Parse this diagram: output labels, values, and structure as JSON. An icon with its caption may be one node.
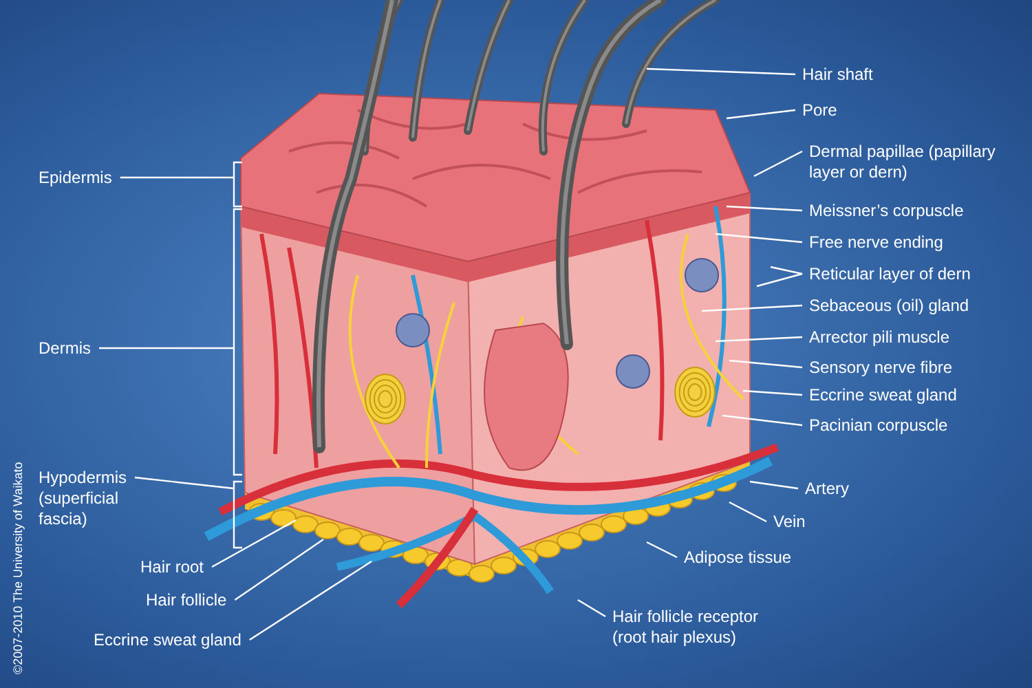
{
  "diagram": {
    "nodes": [
      {
        "text": [
          "Hair shaft"
        ]
      },
      {
        "text": [
          "Pore"
        ]
      },
      {
        "text": [
          "Epidermis"
        ]
      },
      {
        "text": [
          "Dermal papillae (papillary layer or dern)"
        ]
      },
      {
        "text": [
          "Meissner’s corpuscle"
        ]
      },
      {
        "text": [
          "Free nerve ending"
        ]
      },
      {
        "text": [
          "Reticular layer of dern"
        ]
      },
      {
        "text": [
          "Sebaceous (oil) gland"
        ]
      },
      {
        "text": [
          "Dermis"
        ]
      },
      {
        "text": [
          "Arrector pili muscle"
        ]
      },
      {
        "text": [
          "Sensory nerve fibre"
        ]
      },
      {
        "text": [
          "Eccrine sweat gland"
        ]
      },
      {
        "text": [
          "Pacinian corpuscle"
        ]
      },
      {
        "text": [
          "Hypodermis (superficial fascia)"
        ]
      },
      {
        "text": [
          "Artery"
        ]
      },
      {
        "text": [
          "Vein"
        ]
      },
      {
        "text": [
          "Hair root"
        ]
      },
      {
        "text": [
          "Adipose tissue"
        ]
      },
      {
        "text": [
          "Hair follicle"
        ]
      },
      {
        "text": [
          "Hair follicle receptor (root hair plexus)"
        ]
      },
      {
        "text": [
          "Eccrine sweat gland"
        ]
      }
    ],
    "edges": [
      {
        "from": 0,
        "to": null,
        "arrow": "none"
      },
      {
        "from": 1,
        "to": null,
        "arrow": "none"
      },
      {
        "from": 2,
        "to": null,
        "arrow": "none"
      },
      {
        "from": 3,
        "to": null,
        "arrow": "none"
      },
      {
        "from": 4,
        "to": null,
        "arrow": "none"
      },
      {
        "from": 5,
        "to": null,
        "arrow": "none"
      },
      {
        "from": 6,
        "to": null,
        "arrow": "none"
      },
      {
        "from": 6,
        "to": null,
        "arrow": "none"
      },
      {
        "from": 7,
        "to": null,
        "arrow": "none"
      },
      {
        "from": 8,
        "to": null,
        "arrow": "none"
      },
      {
        "from": 9,
        "to": null,
        "arrow": "none"
      },
      {
        "from": 10,
        "to": null,
        "arrow": "none"
      },
      {
        "from": 11,
        "to": null,
        "arrow": "none"
      },
      {
        "from": 12,
        "to": null,
        "arrow": "none"
      },
      {
        "from": 13,
        "to": null,
        "arrow": "none"
      },
      {
        "from": 14,
        "to": null,
        "arrow": "none"
      },
      {
        "from": 15,
        "to": null,
        "arrow": "none"
      },
      {
        "from": 16,
        "to": null,
        "arrow": "none"
      },
      {
        "from": 17,
        "to": null,
        "arrow": "none"
      },
      {
        "from": 18,
        "to": null,
        "arrow": "none"
      },
      {
        "from": 19,
        "to": null,
        "arrow": "none"
      },
      {
        "from": 20,
        "to": null,
        "arrow": "none"
      }
    ],
    "labels": [
      "©2007-2010 The University of Waikato"
    ]
  }
}
